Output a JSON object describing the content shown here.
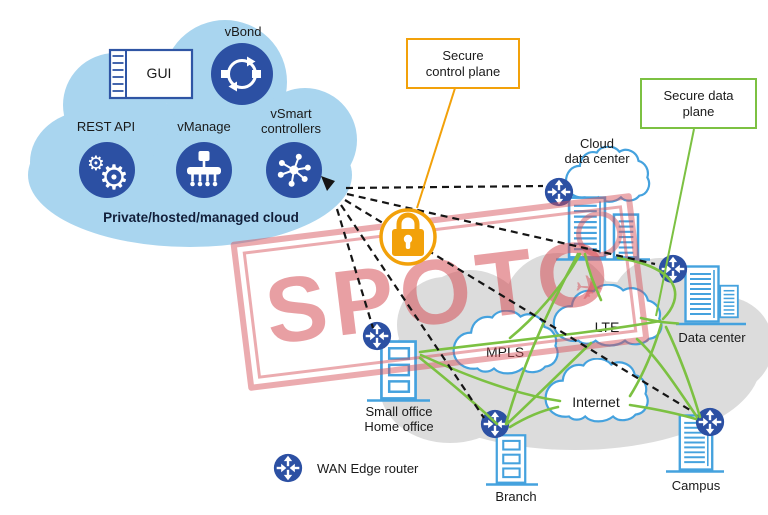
{
  "controller_cloud": {
    "label": "Private/hosted/managed cloud",
    "gui": "GUI",
    "vbond": "vBond",
    "rest_api": "REST API",
    "vmanage": "vManage",
    "vsmart_line1": "vSmart",
    "vsmart_line2": "controllers"
  },
  "callouts": {
    "control_line1": "Secure",
    "control_line2": "control plane",
    "data_line1": "Secure data",
    "data_line2": "plane"
  },
  "transports": {
    "mpls": "MPLS",
    "lte": "LTE",
    "internet": "Internet"
  },
  "sites": {
    "cloud_dc_line1": "Cloud",
    "cloud_dc_line2": "data center",
    "data_center": "Data center",
    "soho_line1": "Small office",
    "soho_line2": "Home office",
    "branch": "Branch",
    "campus": "Campus"
  },
  "legend": {
    "wan_edge": "WAN Edge router"
  },
  "watermark": {
    "text": "SPOTO",
    "plane_icon": "✈"
  },
  "colors": {
    "accent_orange": "#f2a10a",
    "accent_green": "#7cc142",
    "node_blue": "#2c50a3",
    "cloud_blue": "#a9d5ef",
    "outline_blue": "#45a2de",
    "gray_cloud": "#dcdcdc",
    "stamp_red": "#d65058"
  }
}
